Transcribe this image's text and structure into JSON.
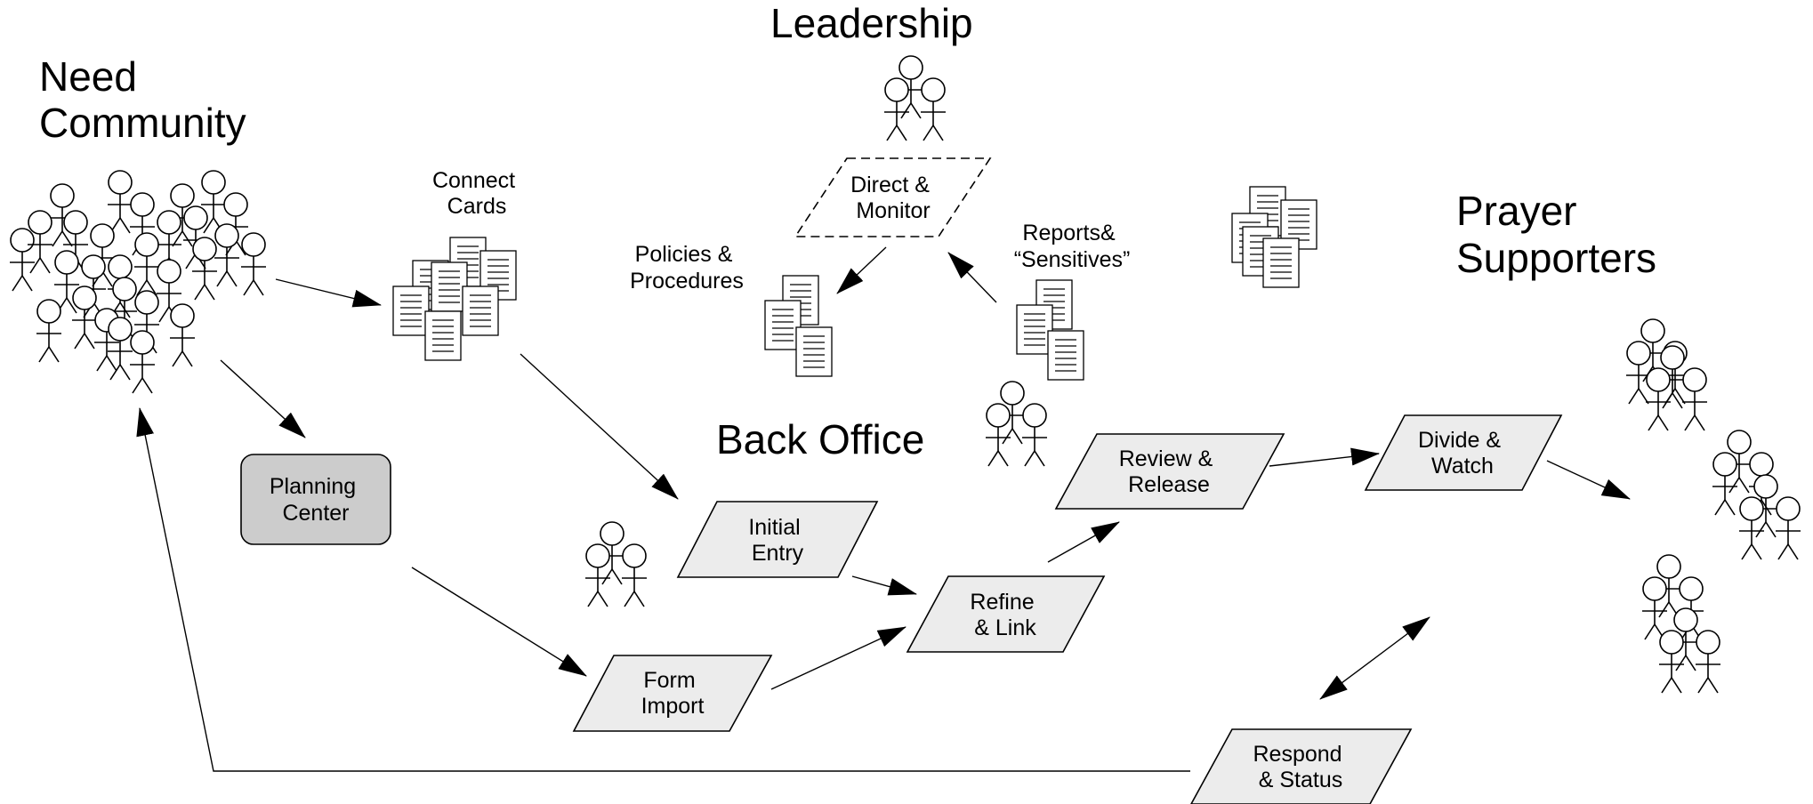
{
  "groups": {
    "need_community": [
      "Need",
      "Community"
    ],
    "leadership": "Leadership",
    "back_office": "Back Office",
    "prayer_supporters": [
      "Prayer",
      "Supporters"
    ]
  },
  "documents": {
    "connect_cards": [
      "Connect",
      "Cards"
    ],
    "policies": [
      "Policies &",
      "Procedures"
    ],
    "reports": [
      "Reports&",
      "“Sensitives”"
    ]
  },
  "nodes": {
    "planning_center": [
      "Planning",
      "Center"
    ],
    "direct_monitor": [
      "Direct &",
      "Monitor"
    ],
    "initial_entry": [
      "Initial",
      "Entry"
    ],
    "form_import": [
      "Form",
      "Import"
    ],
    "refine_link": [
      "Refine",
      "& Link"
    ],
    "review_release": [
      "Review &",
      "Release"
    ],
    "divide_watch": [
      "Divide &",
      "Watch"
    ],
    "respond_status": [
      "Respond",
      "& Status"
    ]
  },
  "colors": {
    "process_fill": "#ececec",
    "planning_fill": "#cccccc",
    "stroke": "#000000"
  }
}
